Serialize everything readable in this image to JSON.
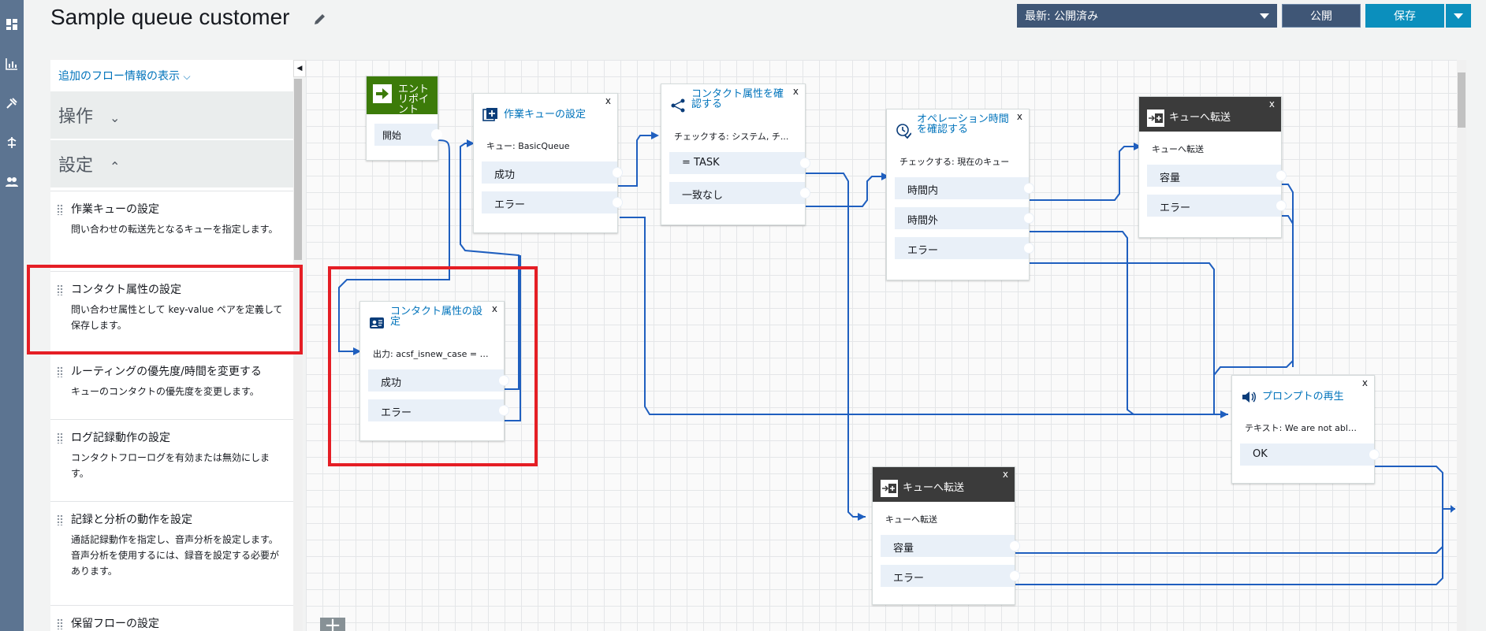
{
  "nav": {
    "icons": [
      "dashboard-icon",
      "metrics-icon",
      "routing-icon",
      "channels-icon",
      "users-icon"
    ]
  },
  "header": {
    "title": "Sample queue customer",
    "version_label": "最新: 公開済み",
    "publish_label": "公開",
    "save_label": "保存"
  },
  "panel": {
    "more_info": "追加のフロー情報の表示",
    "sections": {
      "operations": "操作",
      "settings": "設定"
    },
    "items": [
      {
        "title": "作業キューの設定",
        "desc": "問い合わせの転送先となるキューを指定します。"
      },
      {
        "title": "コンタクト属性の設定",
        "desc": "問い合わせ属性として key-value ペアを定義して保存します。"
      },
      {
        "title": "ルーティングの優先度/時間を変更する",
        "desc": "キューのコンタクトの優先度を変更します。"
      },
      {
        "title": "ログ記録動作の設定",
        "desc": "コンタクトフローログを有効または無効にします。"
      },
      {
        "title": "記録と分析の動作を設定",
        "desc": "通話記録動作を指定し、音声分析を設定します。音声分析を使用するには、録音を設定する必要があります。"
      },
      {
        "title": "保留フローの設定",
        "desc": ""
      }
    ]
  },
  "canvas": {
    "entry": {
      "title": "エントリポイント",
      "branch": "開始"
    },
    "blocks": {
      "work_queue": {
        "title": "作業キューの設定",
        "sub": "キュー: BasicQueue",
        "branches": [
          "成功",
          "エラー"
        ]
      },
      "check_attr": {
        "title": "コンタクト属性を確認する",
        "sub": "チェックする: システム, チ...",
        "branches": [
          "= TASK",
          "一致なし"
        ]
      },
      "check_hours": {
        "title": "オペレーション時間を確認する",
        "sub": "チェックする: 現在のキュー",
        "branches": [
          "時間内",
          "時間外",
          "エラー"
        ]
      },
      "transfer_1": {
        "title": "キューへ転送",
        "sub": "キューへ転送",
        "branches": [
          "容量",
          "エラー"
        ]
      },
      "set_attr": {
        "title": "コンタクト属性の設定",
        "sub": "出力: acsf_isnew_case = false",
        "branches": [
          "成功",
          "エラー"
        ]
      },
      "play_prompt": {
        "title": "プロンプトの再生",
        "sub": "テキスト: We are not able t...",
        "branches": [
          "OK"
        ]
      },
      "transfer_2": {
        "title": "キューへ転送",
        "sub": "キューへ転送",
        "branches": [
          "容量",
          "エラー"
        ]
      }
    },
    "close_label": "x"
  },
  "colors": {
    "rail": "#5c7491",
    "link": "#0073bb",
    "wire": "#1f5fbf",
    "highlight": "#e51e25",
    "entry": "#3c7b09"
  }
}
